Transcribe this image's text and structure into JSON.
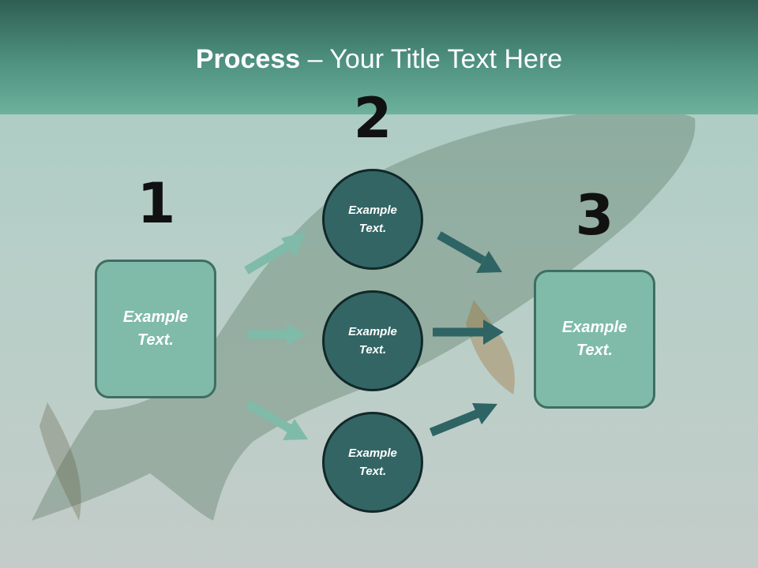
{
  "title": {
    "bold": "Process",
    "rest": " – Your Title Text Here"
  },
  "steps": {
    "one": {
      "number": "1",
      "line1": "Example",
      "line2": "Text."
    },
    "two": {
      "number": "2",
      "circles": [
        {
          "line1": "Example",
          "line2": "Text."
        },
        {
          "line1": "Example",
          "line2": "Text."
        },
        {
          "line1": "Example",
          "line2": "Text."
        }
      ]
    },
    "three": {
      "number": "3",
      "line1": "Example",
      "line2": "Text."
    }
  },
  "colors": {
    "header_top": "#2f5e53",
    "header_bottom": "#6db19c",
    "box_fill": "#7fbba8",
    "circle_fill": "#336565",
    "arrow_light": "#7fbba8",
    "arrow_dark": "#2e6464"
  }
}
